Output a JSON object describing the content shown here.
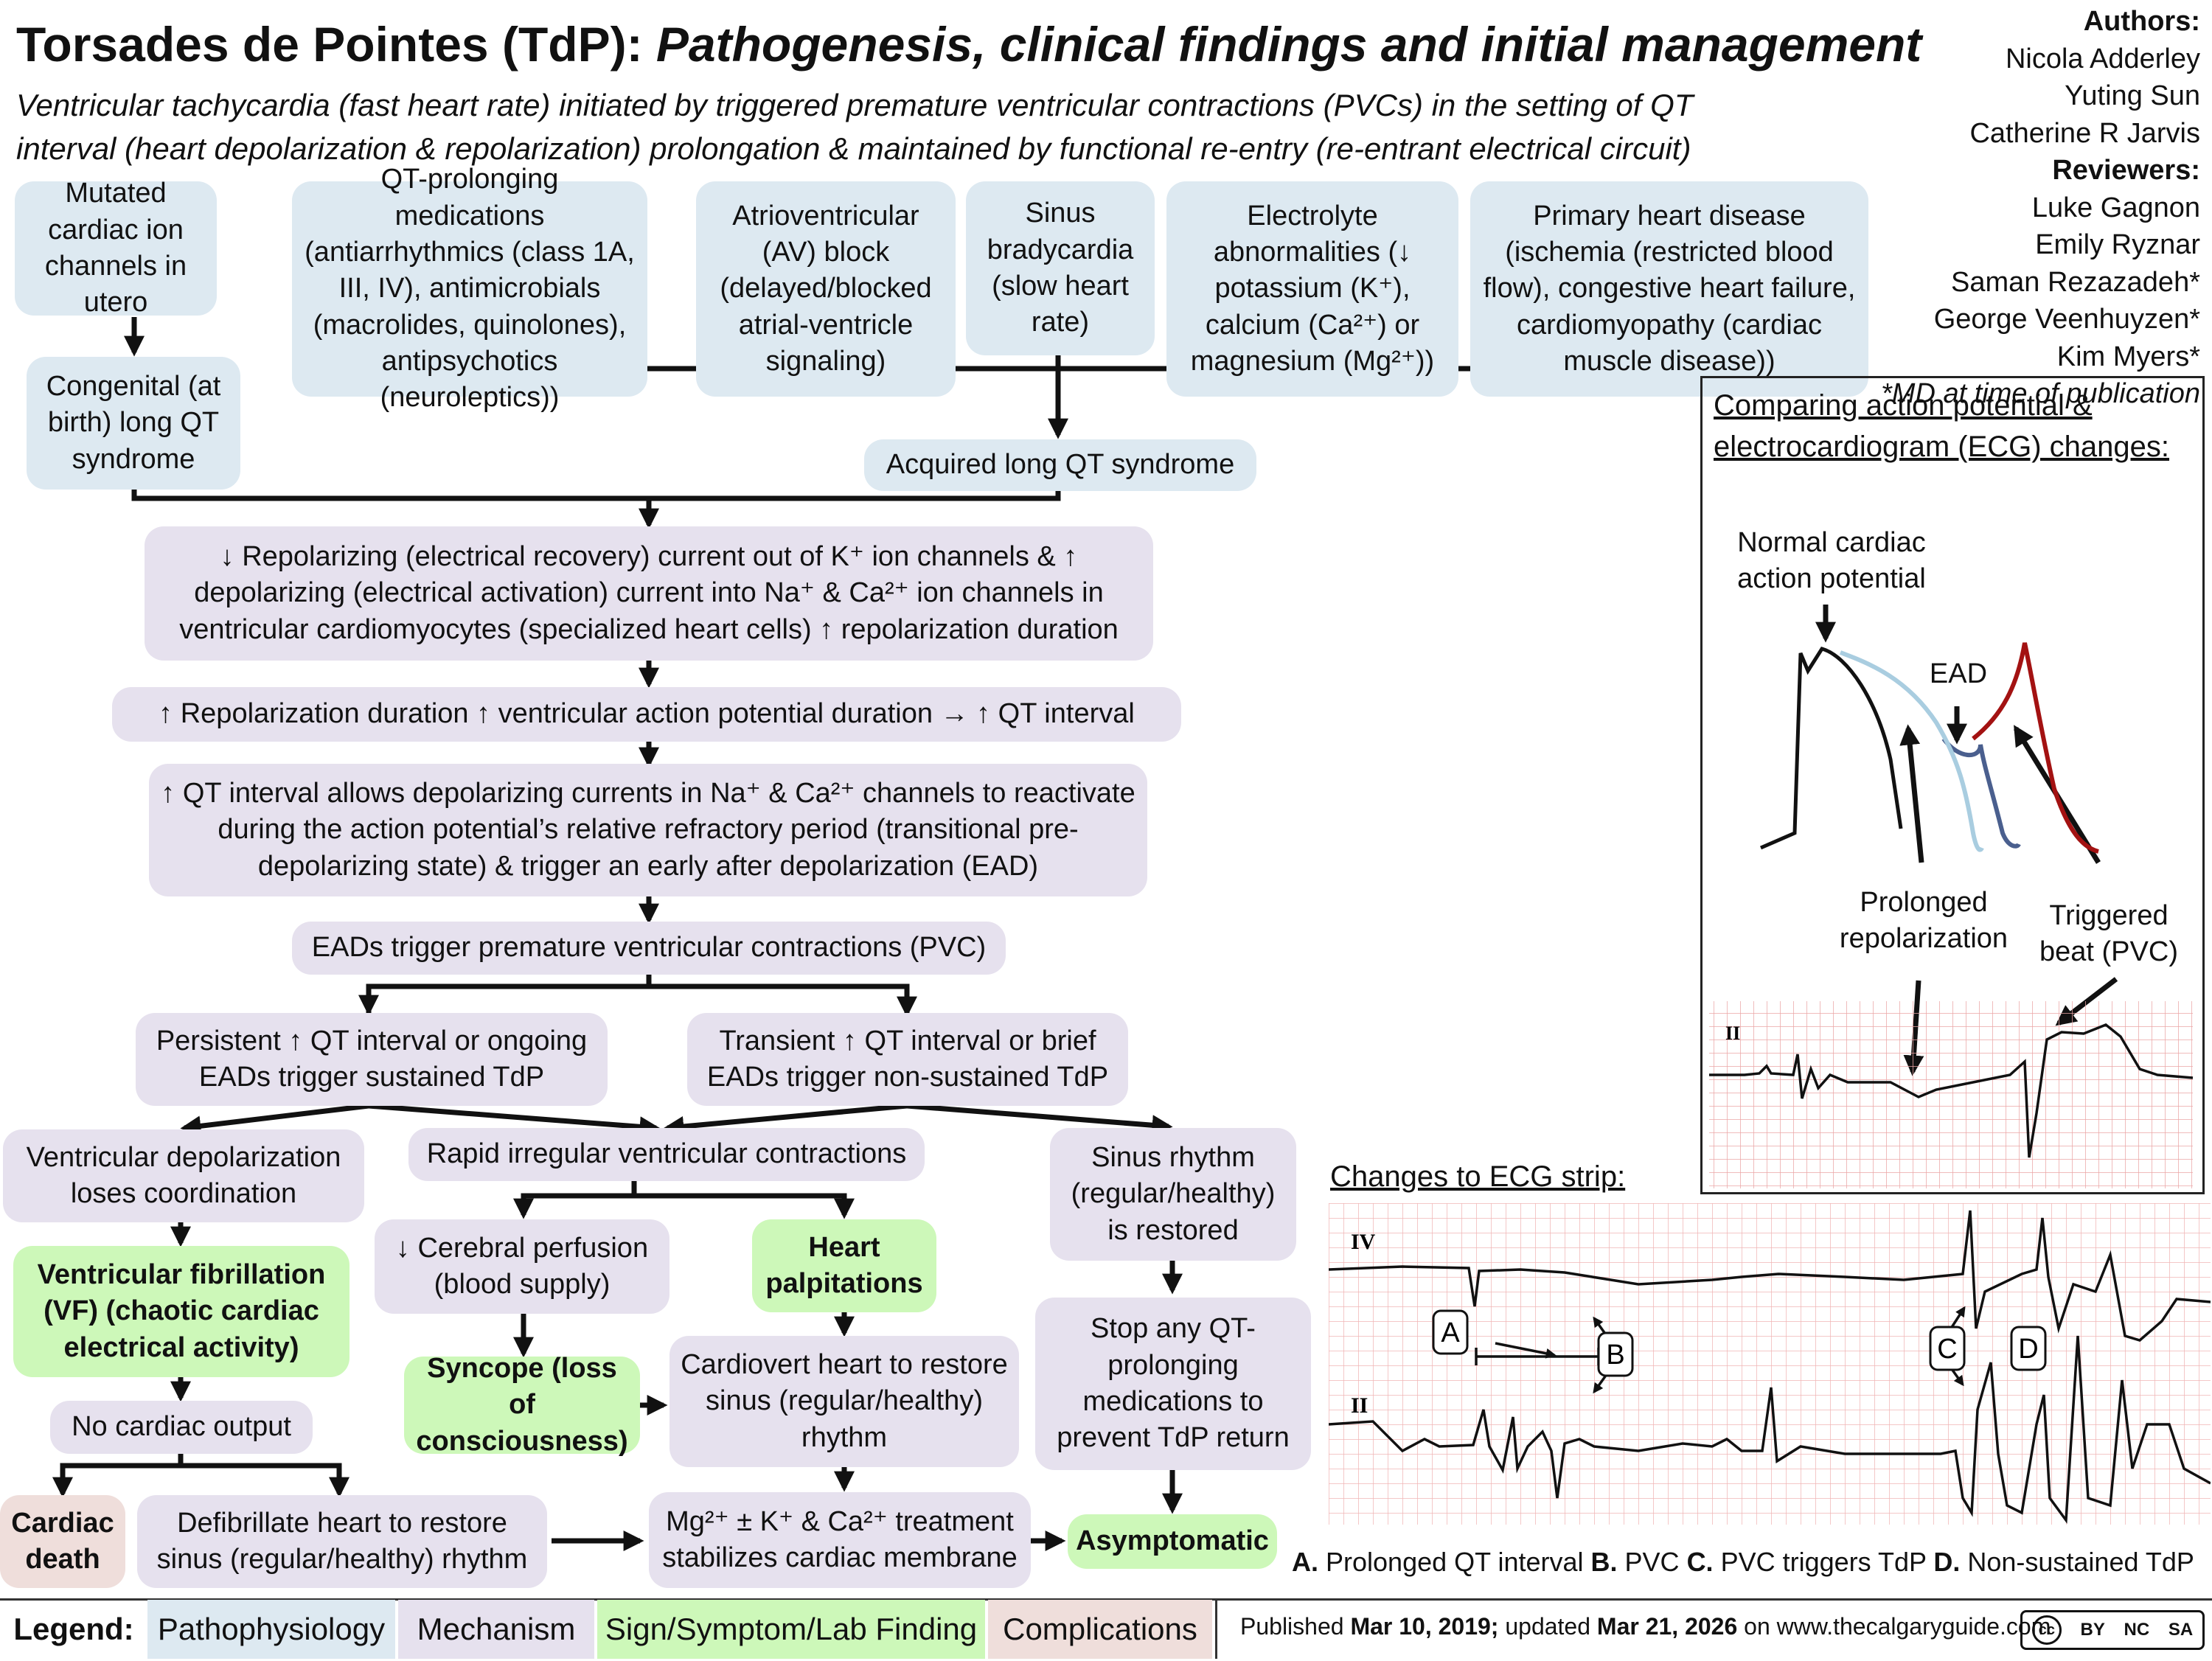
{
  "header": {
    "title_main": "Torsades de Pointes (TdP): ",
    "title_italic": "Pathogenesis, clinical findings and initial management",
    "subtitle_line1": "Ventricular tachycardia (fast heart rate) initiated by triggered premature ventricular contractions (PVCs) in the setting of QT",
    "subtitle_line2": "interval (heart depolarization & repolarization) prolongation & maintained by functional re-entry (re-entrant electrical circuit)"
  },
  "credits": {
    "authors_label": "Authors:",
    "authors": [
      "Nicola Adderley",
      "Yuting Sun",
      "Catherine R Jarvis"
    ],
    "reviewers_label": "Reviewers:",
    "reviewers": [
      "Luke Gagnon",
      "Emily Ryznar",
      "Saman Rezazadeh*",
      "George Veenhuyzen*",
      "Kim Myers*"
    ],
    "footnote": "*MD at time of publication"
  },
  "causes": {
    "mutated": "Mutated cardiac ion channels in utero",
    "congenital": "Congenital (at birth) long QT syndrome",
    "qt_meds": "QT-prolonging medications (antiarrhythmics (class 1A, III, IV), antimicrobials (macrolides, quinolones), antipsychotics (neuroleptics))",
    "av_block": "Atrioventricular (AV) block (delayed/blocked atrial-ventricle signaling)",
    "sinus_brady": "Sinus bradycardia (slow heart rate)",
    "electrolyte": "Electrolyte abnormalities (↓ potassium (K⁺), calcium (Ca²⁺) or magnesium (Mg²⁺))",
    "heart_disease": "Primary heart disease (ischemia (restricted blood flow), congestive heart failure, cardiomyopathy (cardiac muscle disease))",
    "acquired": "Acquired long QT syndrome"
  },
  "mechanism": {
    "repolarizing": "↓ Repolarizing (electrical recovery) current out of K⁺ ion channels & ↑ depolarizing (electrical activation) current into Na⁺ & Ca²⁺ ion channels in ventricular cardiomyocytes (specialized heart cells) ↑ repolarization duration",
    "duration": "↑ Repolarization duration ↑ ventricular action potential duration → ↑ QT interval",
    "qt_allows": "↑ QT interval allows depolarizing currents in Na⁺ & Ca²⁺ channels to reactivate during the action potential’s relative refractory period (transitional pre-depolarizing state) & trigger an early after depolarization (EAD)",
    "eads": "EADs trigger premature ventricular contractions (PVC)",
    "persistent": "Persistent ↑ QT interval or ongoing EADs trigger sustained TdP",
    "transient": "Transient ↑ QT interval or brief EADs trigger non-sustained TdP",
    "vent_depol": "Ventricular depolarization loses coordination",
    "rapid": "Rapid irregular ventricular contractions",
    "sinus_restored": "Sinus rhythm (regular/healthy) is restored"
  },
  "findings": {
    "vf": "Ventricular fibrillation (VF) (chaotic cardiac electrical activity)",
    "no_output": "No cardiac output",
    "cardiac_death": "Cardiac death",
    "defibrillate": "Defibrillate heart to restore sinus (regular/healthy) rhythm",
    "cerebral": "↓ Cerebral perfusion (blood supply)",
    "syncope": "Syncope (loss of consciousness)",
    "palpitations": "Heart palpitations",
    "cardiovert": "Cardiovert heart to restore sinus (regular/healthy) rhythm",
    "mg": "Mg²⁺ ± K⁺ & Ca²⁺ treatment stabilizes cardiac membrane",
    "stop_meds": "Stop any QT-prolonging medications to prevent TdP return",
    "asymptomatic": "Asymptomatic"
  },
  "ap_panel": {
    "heading": "Comparing action potential & electrocardiogram (ECG) changes:",
    "normal_label": "Normal cardiac action potential",
    "ead_label": "EAD",
    "prolonged_label": "Prolonged repolarization",
    "triggered_label": "Triggered beat (PVC)",
    "lead_label": "II",
    "colors": {
      "normal": "#111111",
      "prolonged": "#a9cde0",
      "ead": "#4a5f8e",
      "triggered": "#a31212"
    }
  },
  "ecg_strip": {
    "heading": "Changes to ECG strip:",
    "lead_top": "IV",
    "lead_bottom": "II",
    "markers": [
      "A",
      "B",
      "C",
      "D"
    ],
    "caption": [
      {
        "key": "A.",
        "text": " Prolonged QT interval "
      },
      {
        "key": "B.",
        "text": " PVC "
      },
      {
        "key": "C.",
        "text": " PVC triggers TdP "
      },
      {
        "key": "D.",
        "text": " Non-sustained TdP"
      }
    ]
  },
  "legend": {
    "label": "Legend:",
    "items": [
      "Pathophysiology",
      "Mechanism",
      "Sign/Symptom/Lab Finding",
      "Complications"
    ],
    "colors": [
      "#dde9f1",
      "#e6e1ee",
      "#cdf8b9",
      "#efdedb"
    ]
  },
  "footer": {
    "published_prefix": "Published ",
    "published_date": "Mar 10, 2019;",
    "updated_prefix": " updated ",
    "updated_date": "Mar 21, 2026",
    "site": " on www.thecalgaryguide.com",
    "license": [
      "BY",
      "NC",
      "SA"
    ]
  }
}
